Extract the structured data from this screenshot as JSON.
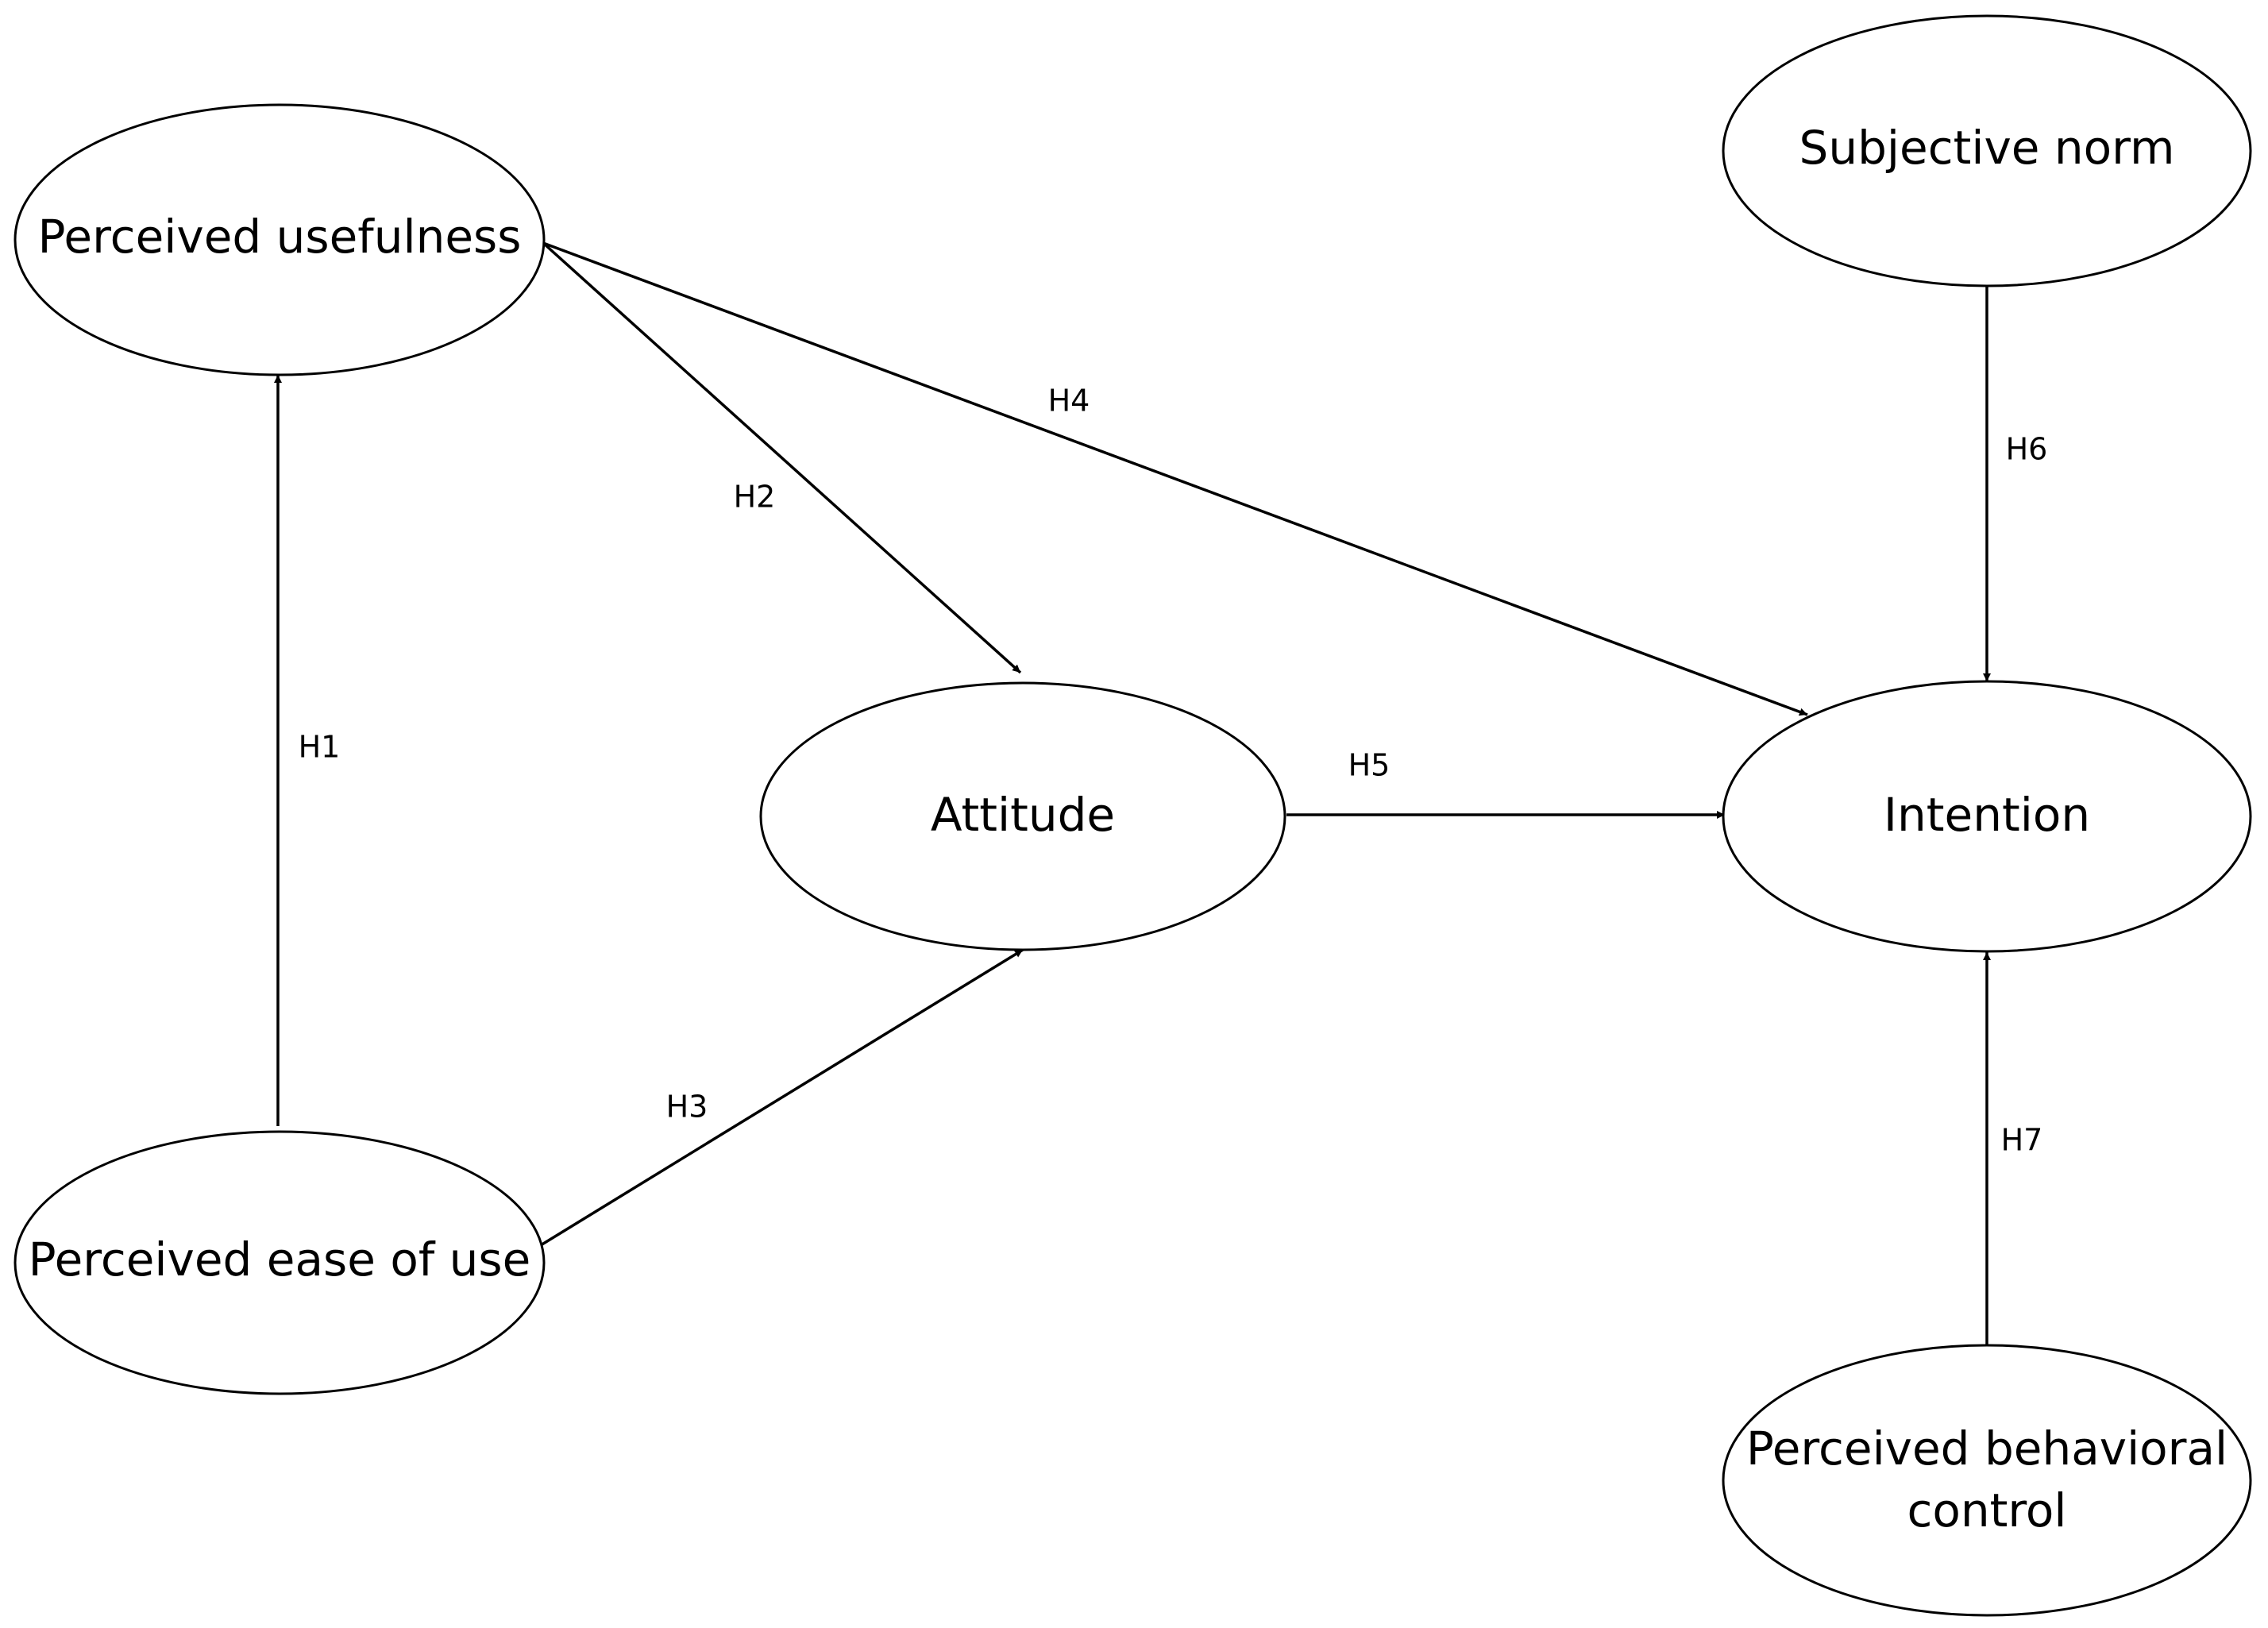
{
  "nodes": {
    "perceived_usefulness": {
      "lines": [
        "Perceived usefulness"
      ]
    },
    "perceived_ease_of_use": {
      "lines": [
        "Perceived ease of use"
      ]
    },
    "attitude": {
      "lines": [
        "Attitude"
      ]
    },
    "intention": {
      "lines": [
        "Intention"
      ]
    },
    "subjective_norm": {
      "lines": [
        "Subjective norm"
      ]
    },
    "perceived_behavioral_control": {
      "lines": [
        "Perceived behavioral",
        "control"
      ]
    }
  },
  "edges": [
    {
      "id": "h1",
      "label": "H1",
      "from": "perceived_ease_of_use",
      "to": "perceived_usefulness"
    },
    {
      "id": "h2",
      "label": "H2",
      "from": "perceived_usefulness",
      "to": "attitude"
    },
    {
      "id": "h3",
      "label": "H3",
      "from": "perceived_ease_of_use",
      "to": "attitude"
    },
    {
      "id": "h4",
      "label": "H4",
      "from": "perceived_usefulness",
      "to": "intention"
    },
    {
      "id": "h5",
      "label": "H5",
      "from": "attitude",
      "to": "intention"
    },
    {
      "id": "h6",
      "label": "H6",
      "from": "subjective_norm",
      "to": "intention"
    },
    {
      "id": "h7",
      "label": "H7",
      "from": "perceived_behavioral_control",
      "to": "intention"
    }
  ]
}
